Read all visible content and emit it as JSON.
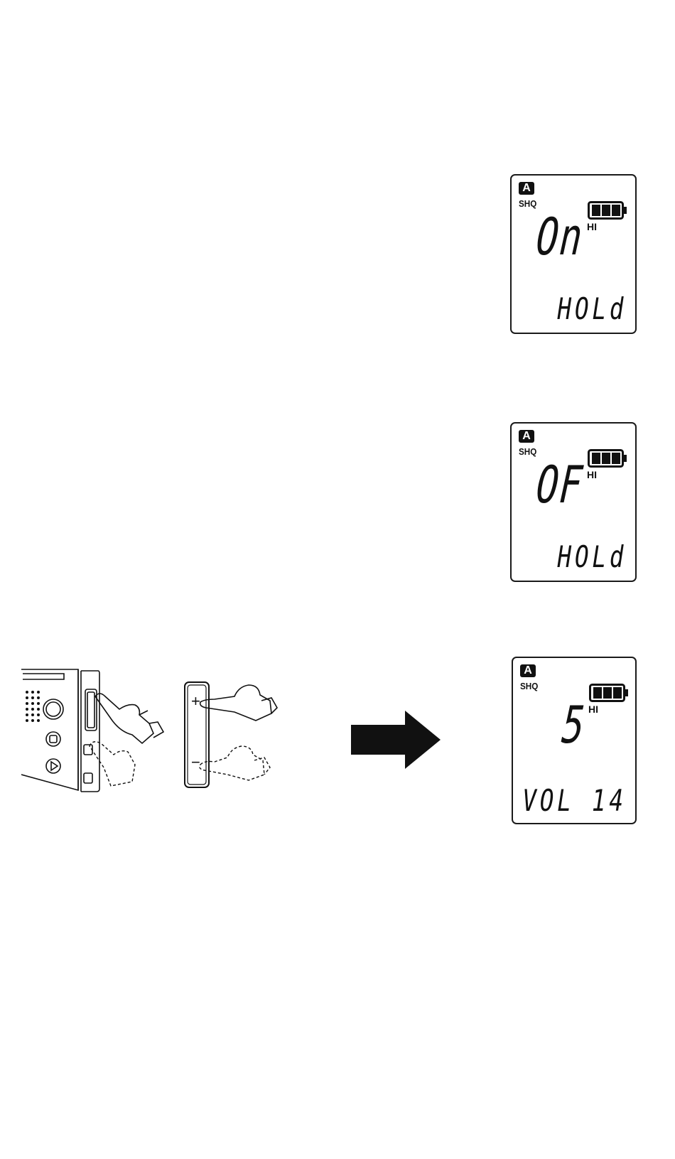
{
  "displays": [
    {
      "folder": "A",
      "mode": "SHQ",
      "battery_level": "HI",
      "main": "On",
      "sub": "HOLd"
    },
    {
      "folder": "A",
      "mode": "SHQ",
      "battery_level": "HI",
      "main": "OF",
      "sub": "HOLd"
    },
    {
      "folder": "A",
      "mode": "SHQ",
      "battery_level": "HI",
      "main": "5",
      "sub": "VOL 14"
    }
  ],
  "illustration": {
    "icons": [
      "device-side-view",
      "volume-button-icon",
      "hand-pointer-icon",
      "arrow-right-icon"
    ],
    "button_symbols": {
      "plus": "+",
      "minus": "−"
    }
  },
  "colors": {
    "ink": "#111111",
    "background": "#ffffff"
  }
}
